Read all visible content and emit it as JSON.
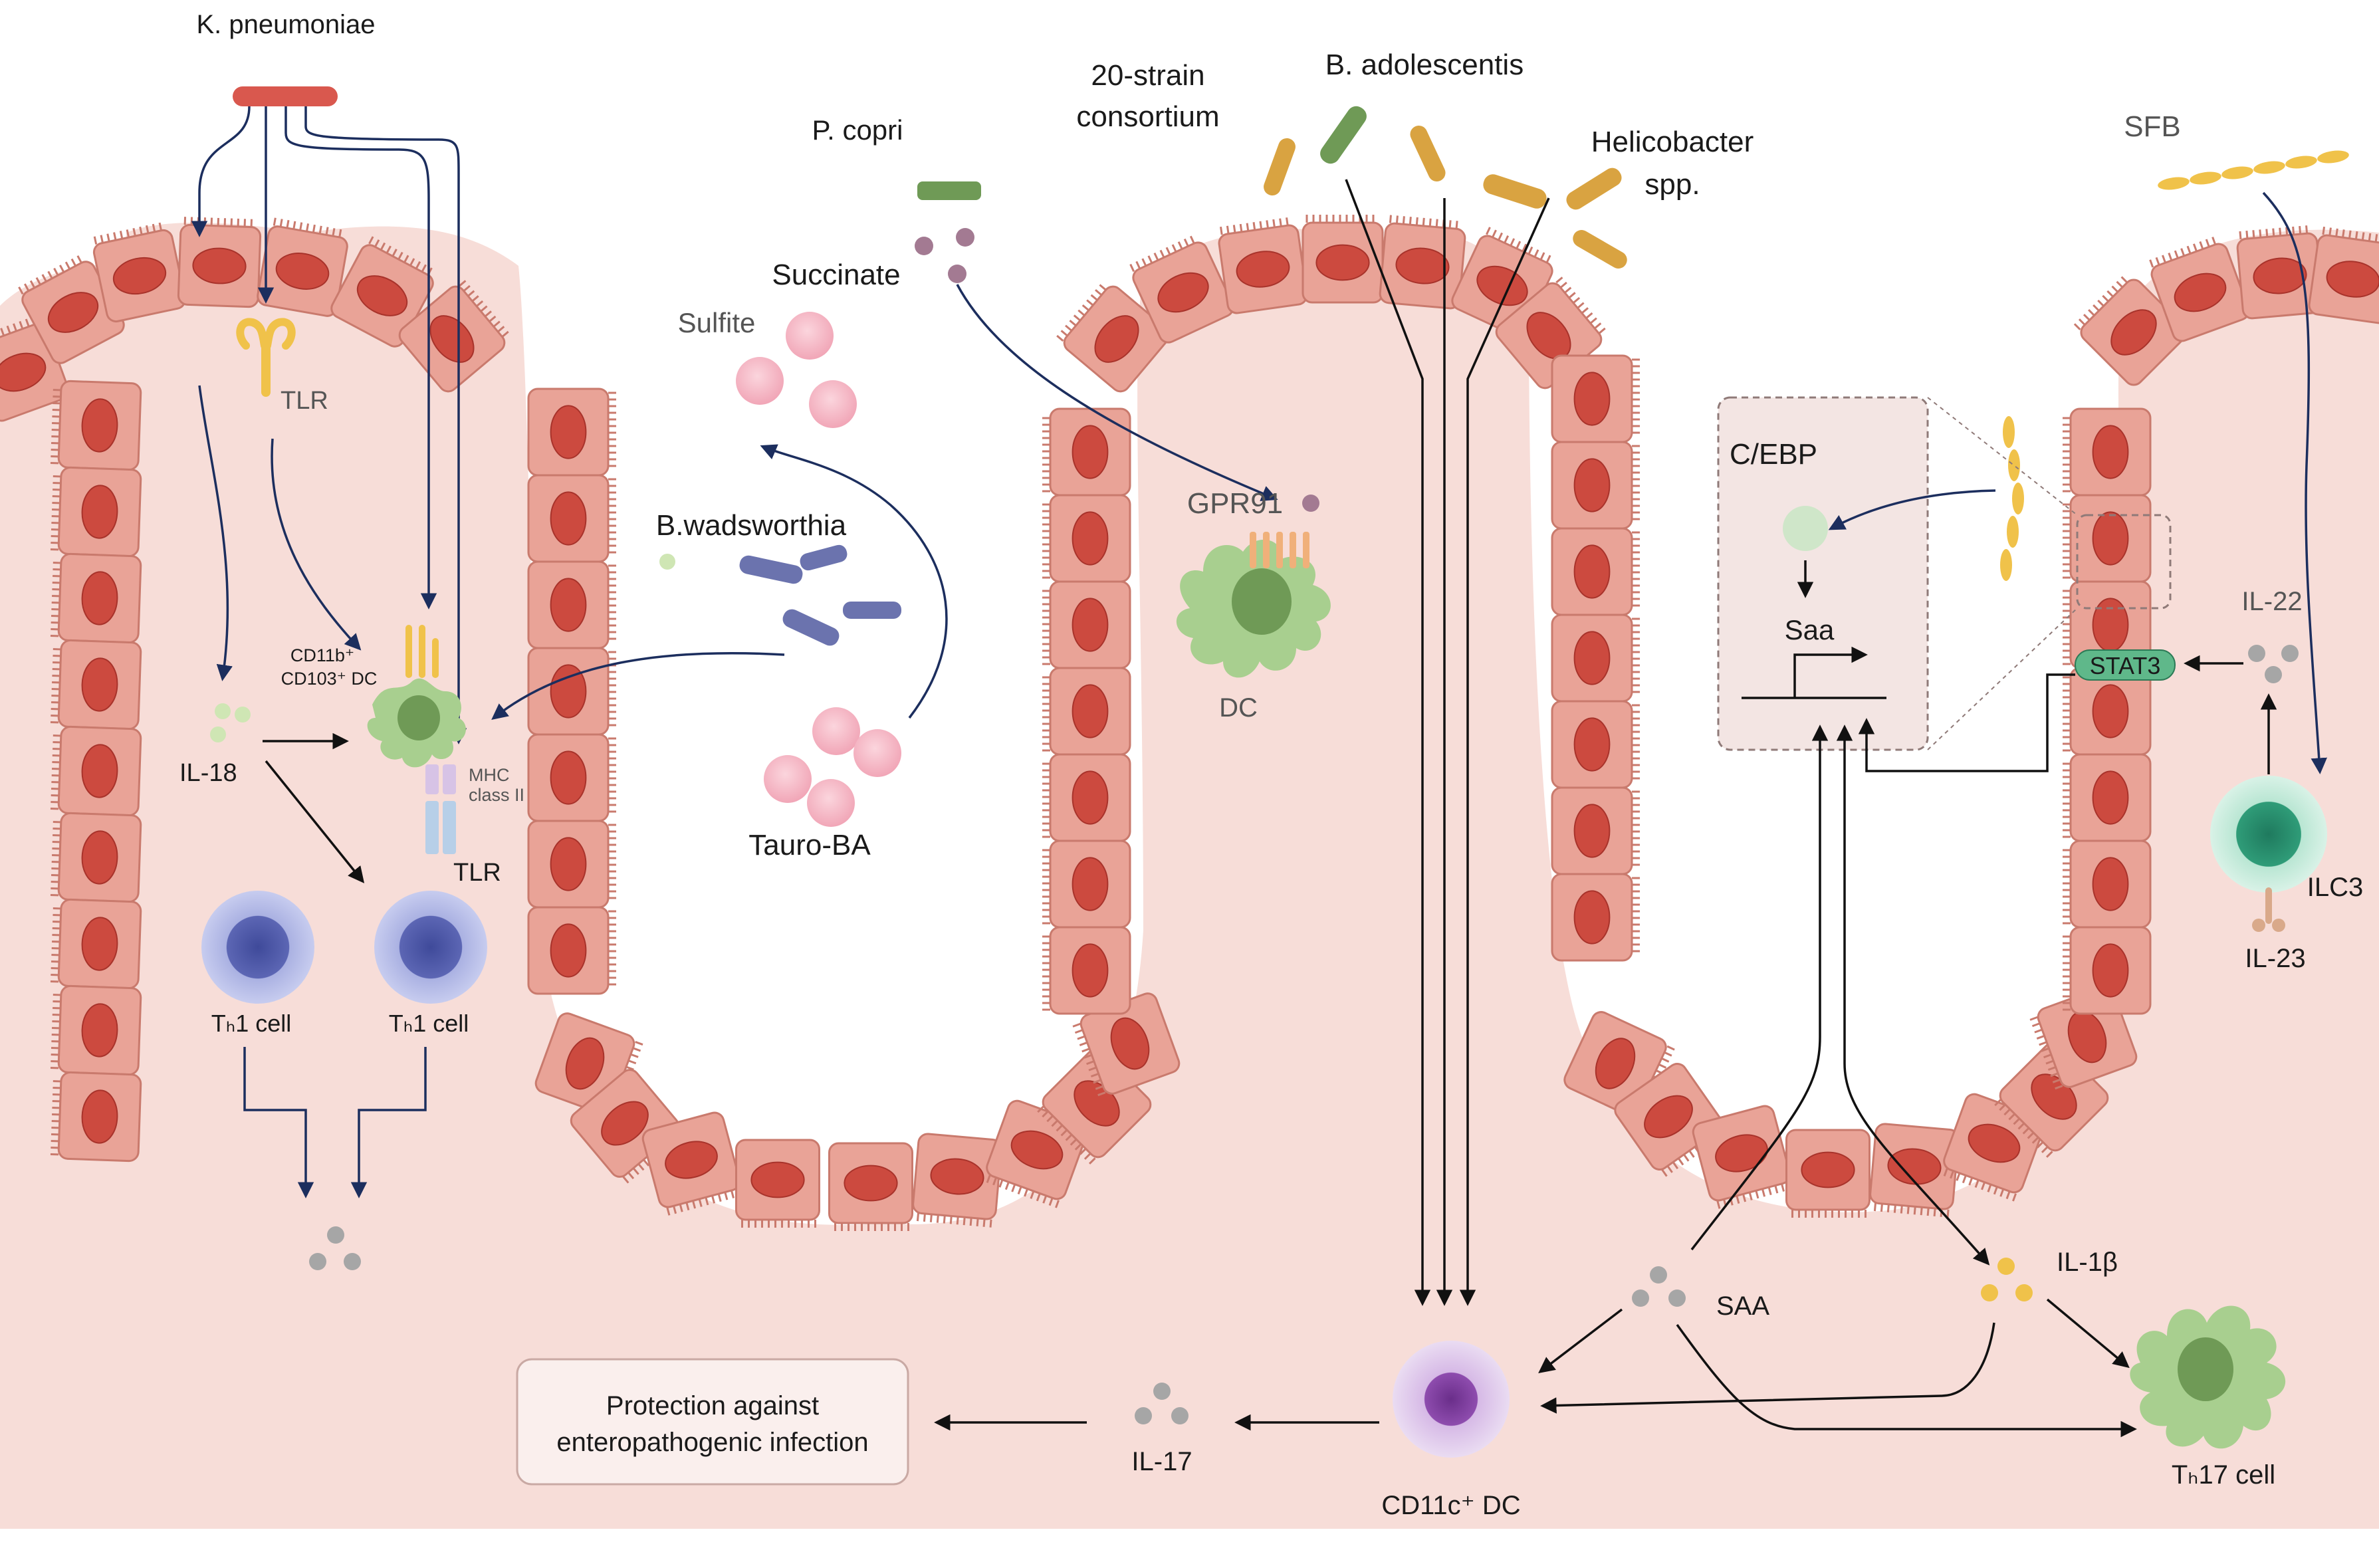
{
  "labels": {
    "k_pneumoniae": "K. pneumoniae",
    "tlr_top": "TLR",
    "il18": "IL-18",
    "cd11b": "CD11b⁺",
    "cd103": "CD103⁺ DC",
    "mhc1": "MHC",
    "mhc2": "class II",
    "tlr_bottom": "TLR",
    "th1_left": "Tₕ1 cell",
    "th1_right": "Tₕ1 cell",
    "p_copri": "P. copri",
    "succinate": "Succinate",
    "sulfite": "Sulfite",
    "b_wadsworthia": "B.wadsworthia",
    "tauro_ba": "Tauro-BA",
    "strain1": "20-strain",
    "strain2": "consortium",
    "b_adolescentis": "B. adolescentis",
    "helico1": "Helicobacter",
    "helico2": "spp.",
    "gpr91": "GPR91",
    "dc": "DC",
    "sfb": "SFB",
    "cebp": "C/EBP",
    "saa_gene": "Saa",
    "il22": "IL-22",
    "stat3": "STAT3",
    "ilc3": "ILC3",
    "il23": "IL-23",
    "saa": "SAA",
    "il1b": "IL-1β",
    "th17": "Tₕ17 cell",
    "cd11c_dc": "CD11c⁺ DC",
    "il17": "IL-17",
    "protection1": "Protection against",
    "protection2": "enteropathogenic infection"
  },
  "colors": {
    "background_tissue": "#f7ddd8",
    "epithelial_cell": "#e9a397",
    "epithelial_border": "#c97a6d",
    "nucleus": "#cc4a3f",
    "arrow_navy": "#1c2e5e",
    "arrow_black": "#111111",
    "k_pneumoniae": "#d9584e",
    "p_copri": "#6f9a56",
    "b_wadsworthia": "#6b73ae",
    "bile_acid": "#f5b9c6",
    "succinate_dot": "#a37a92",
    "golden_bacteria": "#d9a341",
    "th1_cell": "#7a80c4",
    "dc_green": "#8fbd78",
    "cd11c_purple": "#9b5bb5",
    "stat3": "#5fb88a",
    "ilc3": "#2f9c78",
    "cytokine_grey": "#a6a6a6",
    "cytokine_yellow": "#f0c24a",
    "il18_green": "#cfe6b4"
  }
}
